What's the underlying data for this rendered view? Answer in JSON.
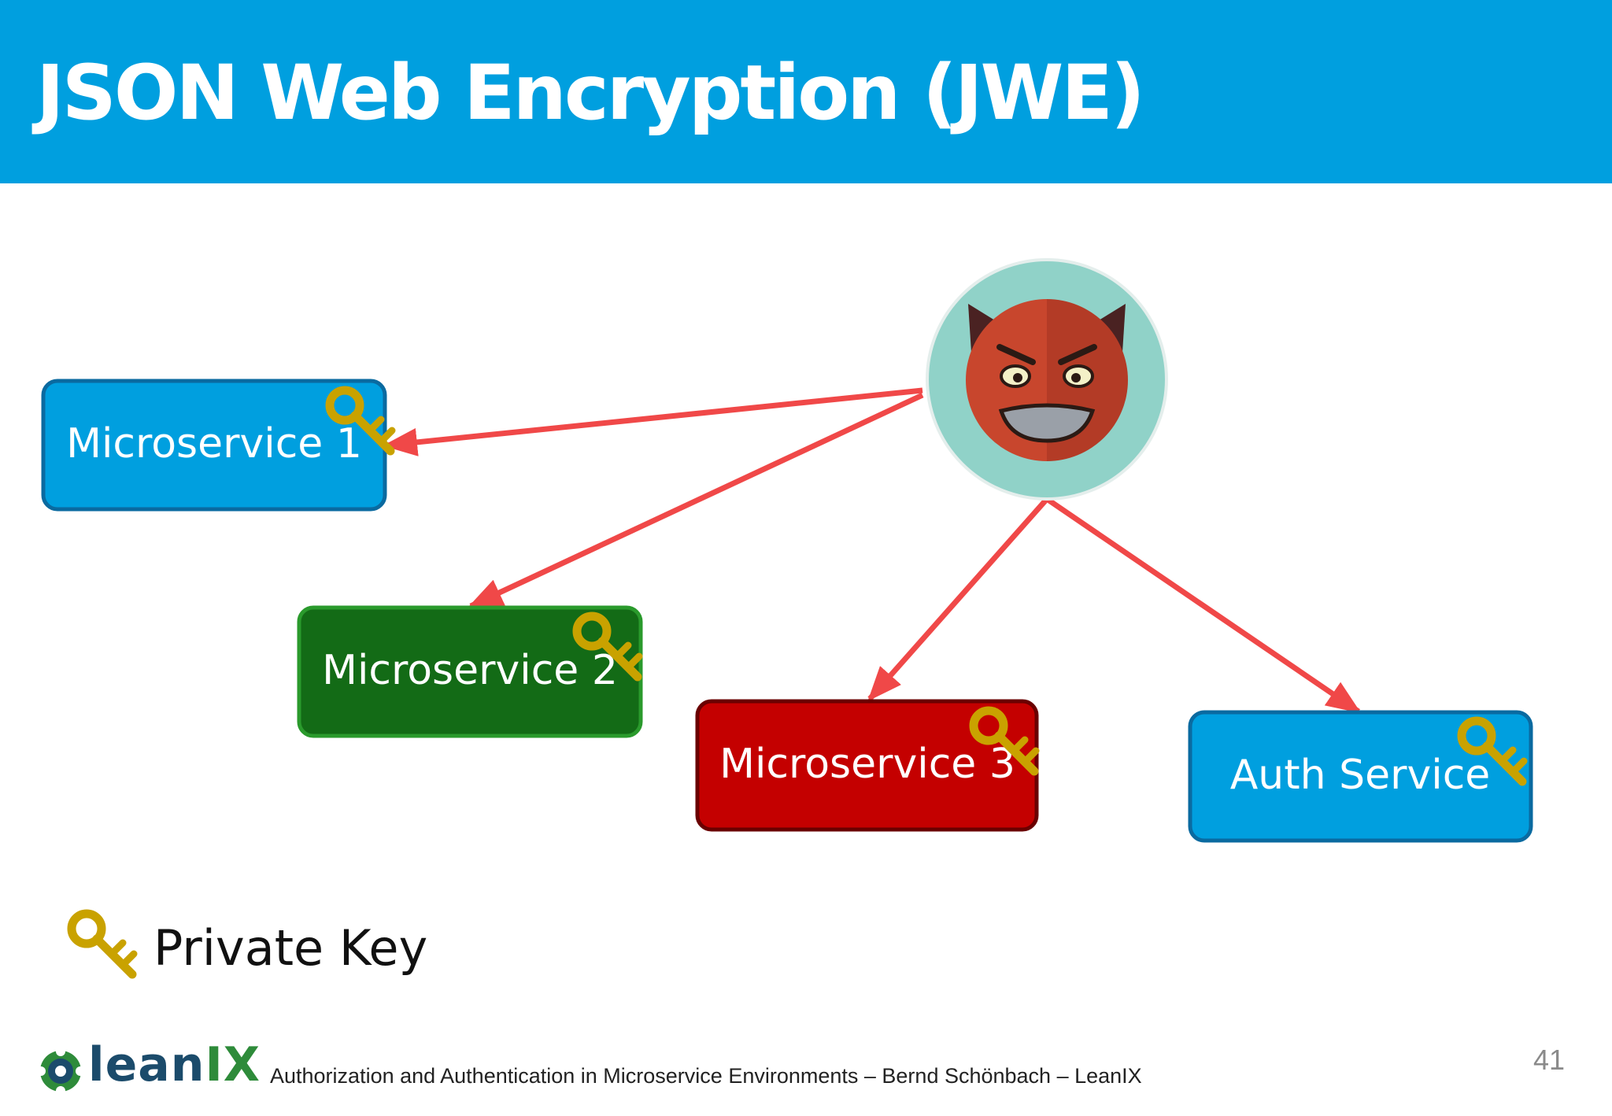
{
  "slide": {
    "title": "JSON Web Encryption (JWE)",
    "page_number": "41"
  },
  "nodes": {
    "microservice_1": {
      "label": "Microservice 1",
      "color": "#009fdf",
      "border": "#0a6aa0"
    },
    "microservice_2": {
      "label": "Microservice 2",
      "color": "#136b16",
      "border": "#2a9a2c"
    },
    "microservice_3": {
      "label": "Microservice 3",
      "color": "#c40000",
      "border": "#6a0000"
    },
    "auth_service": {
      "label": "Auth Service",
      "color": "#009fdf",
      "border": "#0a6aa0"
    },
    "attacker": {
      "icon": "devil-face-icon"
    }
  },
  "edges": [
    {
      "from": "attacker",
      "to": "microservice_1"
    },
    {
      "from": "attacker",
      "to": "microservice_2"
    },
    {
      "from": "attacker",
      "to": "microservice_3"
    },
    {
      "from": "attacker",
      "to": "auth_service"
    }
  ],
  "legend": {
    "icon": "key-icon",
    "label": "Private Key"
  },
  "footer": {
    "logo_text": "leanIX",
    "text": "Authorization and Authentication in Microservice Environments – Bernd Schönbach – LeanIX"
  },
  "colors": {
    "header": "#009fdf",
    "arrow": "#f04848",
    "key": "#c9a200"
  }
}
